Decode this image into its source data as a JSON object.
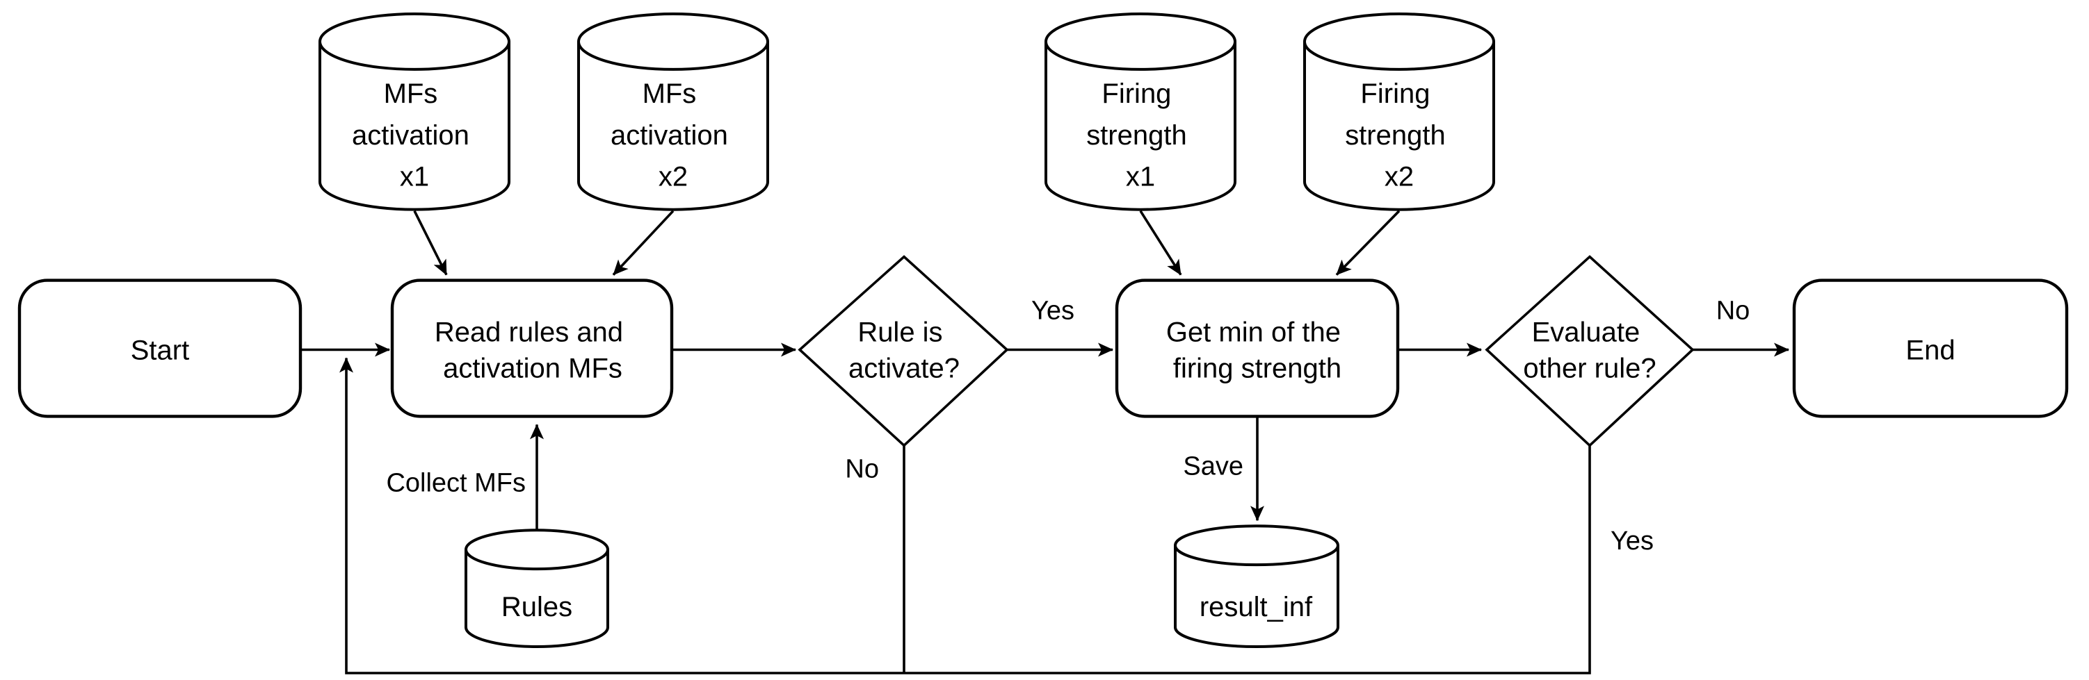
{
  "canvas": {
    "background_color": "#ffffff",
    "line_color": "#000000",
    "text_color": "#000000"
  },
  "diagram": {
    "type": "flowchart",
    "nodes": {
      "start": {
        "shape": "rounded-rect",
        "label": "Start"
      },
      "mfs_x1": {
        "shape": "cylinder",
        "lines": [
          "MFs",
          "activation",
          "x1"
        ]
      },
      "mfs_x2": {
        "shape": "cylinder",
        "lines": [
          "MFs",
          "activation",
          "x2"
        ]
      },
      "read_rules": {
        "shape": "rounded-rect",
        "lines": [
          "Read rules and",
          "activation MFs"
        ]
      },
      "rule_activate": {
        "shape": "diamond",
        "lines": [
          "Rule is",
          "activate?"
        ]
      },
      "firing_x1": {
        "shape": "cylinder",
        "lines": [
          "Firing",
          "strength",
          "x1"
        ]
      },
      "firing_x2": {
        "shape": "cylinder",
        "lines": [
          "Firing",
          "strength",
          "x2"
        ]
      },
      "get_min": {
        "shape": "rounded-rect",
        "lines": [
          "Get min of the",
          "firing strength"
        ]
      },
      "evaluate_other": {
        "shape": "diamond",
        "lines": [
          "Evaluate",
          "other rule?"
        ]
      },
      "end": {
        "shape": "rounded-rect",
        "label": "End"
      },
      "rules_db": {
        "shape": "cylinder",
        "label": "Rules"
      },
      "result_db": {
        "shape": "cylinder",
        "label": "result_inf"
      }
    },
    "edge_labels": {
      "rule_yes": "Yes",
      "rule_no": "No",
      "evaluate_no": "No",
      "evaluate_yes": "Yes",
      "save": "Save",
      "collect_mfs": "Collect MFs"
    }
  }
}
